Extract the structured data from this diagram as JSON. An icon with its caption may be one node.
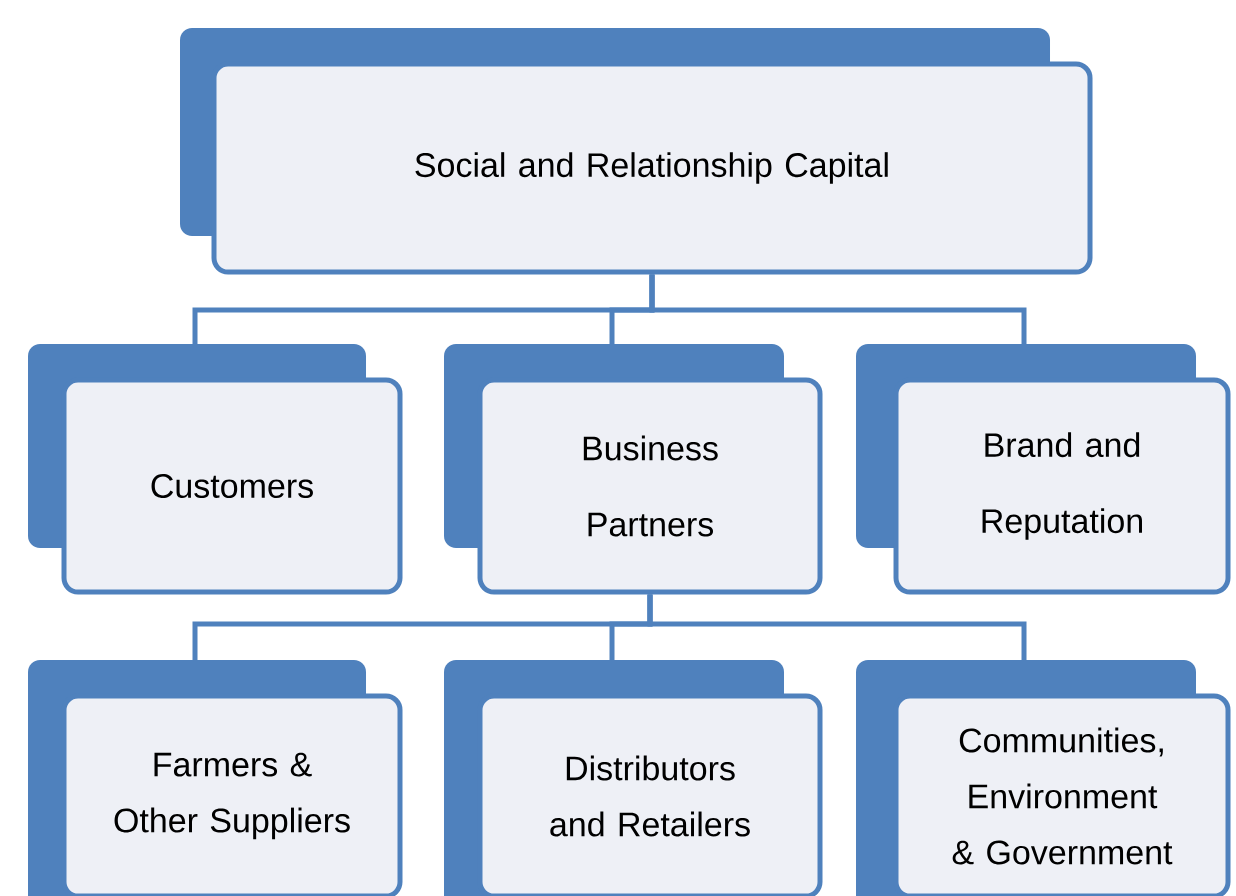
{
  "diagram": {
    "nodes": [
      {
        "text": [
          "Social and Relationship Capital"
        ]
      },
      {
        "text": [
          "Customers"
        ]
      },
      {
        "text": [
          "Business Partners"
        ]
      },
      {
        "text": [
          "Brand and Reputation"
        ]
      },
      {
        "text": [
          "Farmers & Other Suppliers"
        ]
      },
      {
        "text": [
          "Distributors and Retailers"
        ]
      },
      {
        "text": [
          "Communities, Environment & Government"
        ]
      }
    ],
    "edges": [
      {
        "from": 0,
        "to": 1,
        "arrow": "none"
      },
      {
        "from": 0,
        "to": 2,
        "arrow": "none"
      },
      {
        "from": 0,
        "to": 3,
        "arrow": "none"
      },
      {
        "from": 2,
        "to": 4,
        "arrow": "none"
      },
      {
        "from": 2,
        "to": 5,
        "arrow": "none"
      },
      {
        "from": 2,
        "to": 6,
        "arrow": "none"
      }
    ]
  }
}
